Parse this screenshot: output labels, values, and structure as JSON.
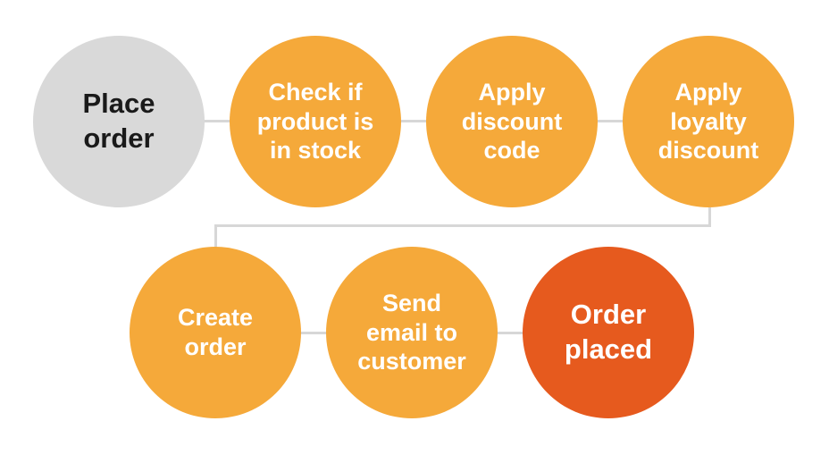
{
  "colors": {
    "start": "#d9d9d9",
    "step": "#f5a93a",
    "end": "#e65a1e",
    "connector": "#d7d7d7"
  },
  "nodes": [
    {
      "id": "place-order",
      "label": "Place\norder",
      "kind": "start"
    },
    {
      "id": "check-stock",
      "label": "Check if\nproduct is\nin stock",
      "kind": "step"
    },
    {
      "id": "apply-discount-code",
      "label": "Apply\ndiscount\ncode",
      "kind": "step"
    },
    {
      "id": "apply-loyalty-discount",
      "label": "Apply\nloyalty\ndiscount",
      "kind": "step"
    },
    {
      "id": "create-order",
      "label": "Create\norder",
      "kind": "step"
    },
    {
      "id": "send-email",
      "label": "Send\nemail to\ncustomer",
      "kind": "step"
    },
    {
      "id": "order-placed",
      "label": "Order\nplaced",
      "kind": "end"
    }
  ],
  "edges": [
    [
      "place-order",
      "check-stock"
    ],
    [
      "check-stock",
      "apply-discount-code"
    ],
    [
      "apply-discount-code",
      "apply-loyalty-discount"
    ],
    [
      "apply-loyalty-discount",
      "create-order"
    ],
    [
      "create-order",
      "send-email"
    ],
    [
      "send-email",
      "order-placed"
    ]
  ]
}
